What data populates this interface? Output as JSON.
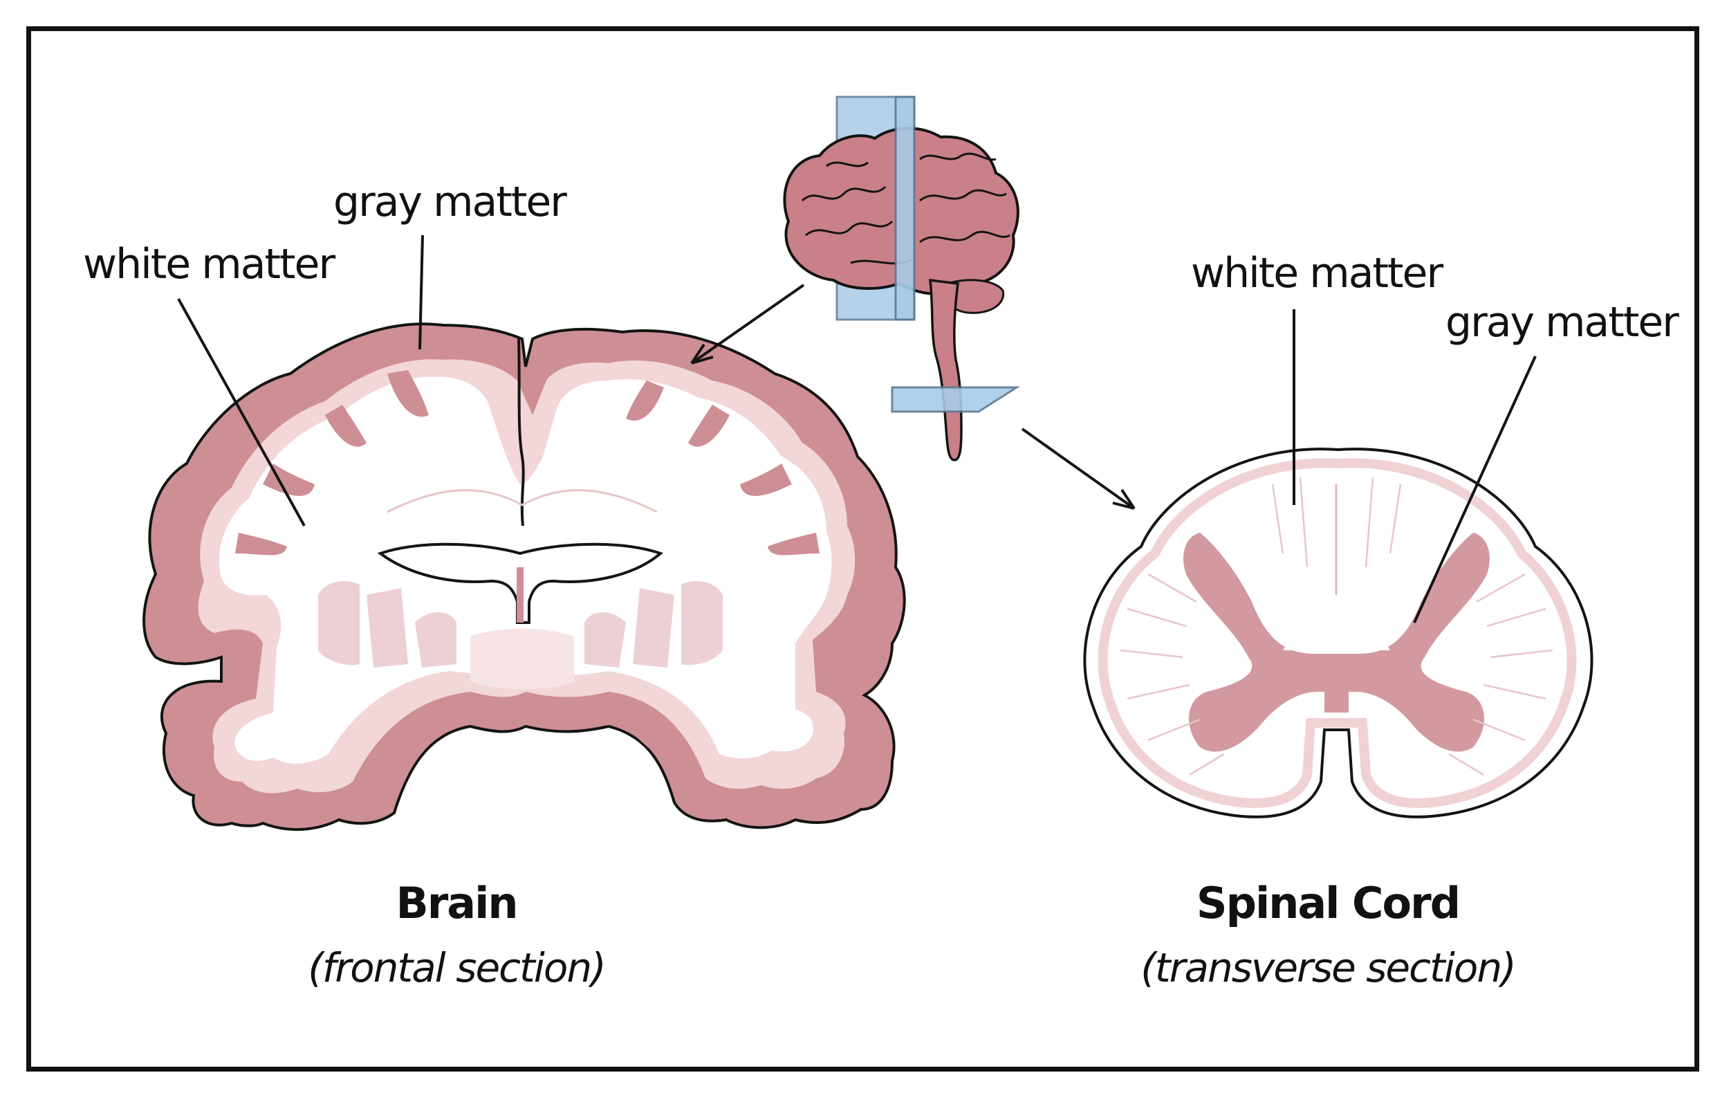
{
  "brain": {
    "label_gray": "gray matter",
    "label_white": "white matter",
    "title": "Brain",
    "subtitle": "(frontal section)"
  },
  "spinal_cord": {
    "label_white": "white matter",
    "label_gray": "gray matter",
    "title": "Spinal Cord",
    "subtitle": "(transverse section)"
  },
  "colors": {
    "gray_matter": "#cd8f94",
    "white_matter": "#ffffff",
    "pale_band": "#f2d6d8",
    "outline": "#141414",
    "plane": "#a9cbe8",
    "brain_surface": "#c98088"
  },
  "icons": [
    "whole-brain-icon",
    "frontal-plane-icon",
    "transverse-plane-icon",
    "arrow-icon"
  ]
}
